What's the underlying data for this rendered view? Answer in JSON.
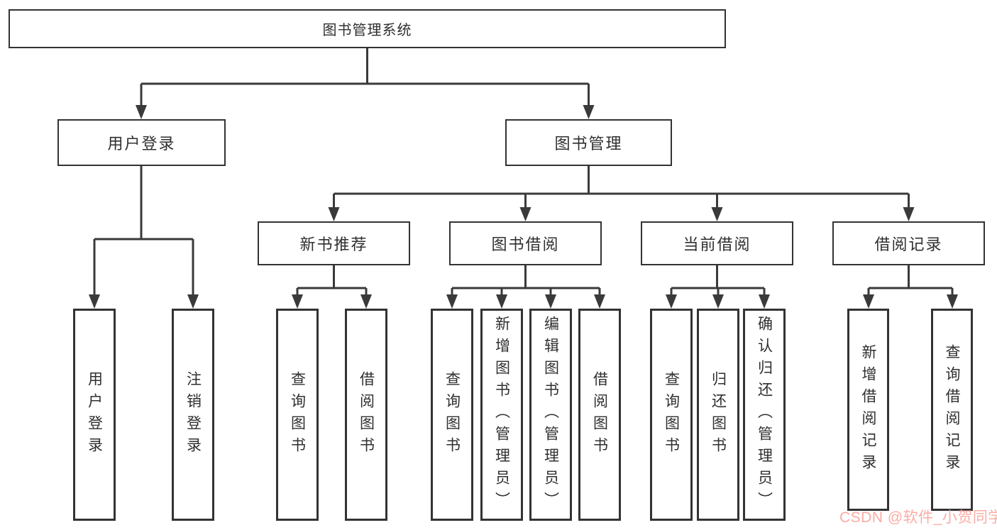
{
  "tree": {
    "root": {
      "label": "图书管理系统"
    },
    "branches": [
      {
        "label": "用户登录",
        "children": [
          {
            "label": "用户登录"
          },
          {
            "label": "注销登录"
          }
        ]
      },
      {
        "label": "图书管理",
        "children": [
          {
            "label": "新书推荐",
            "children": [
              {
                "label": "查询图书"
              },
              {
                "label": "借阅图书"
              }
            ]
          },
          {
            "label": "图书借阅",
            "children": [
              {
                "label": "查询图书"
              },
              {
                "label": "新增图书（管理员）"
              },
              {
                "label": "编辑图书（管理员）"
              },
              {
                "label": "借阅图书"
              }
            ]
          },
          {
            "label": "当前借阅",
            "children": [
              {
                "label": "查询图书"
              },
              {
                "label": "归还图书"
              },
              {
                "label": "确认归还（管理员）"
              }
            ]
          },
          {
            "label": "借阅记录",
            "children": [
              {
                "label": "新增借阅记录"
              },
              {
                "label": "查询借阅记录"
              }
            ]
          }
        ]
      }
    ]
  },
  "watermark": {
    "text": "CSDN @软件_小贺同学"
  },
  "colors": {
    "line": "#3a3a3a",
    "border": "#333333",
    "text": "#2f2f2f",
    "bg": "#ffffff",
    "watermark": "#fba59d"
  }
}
